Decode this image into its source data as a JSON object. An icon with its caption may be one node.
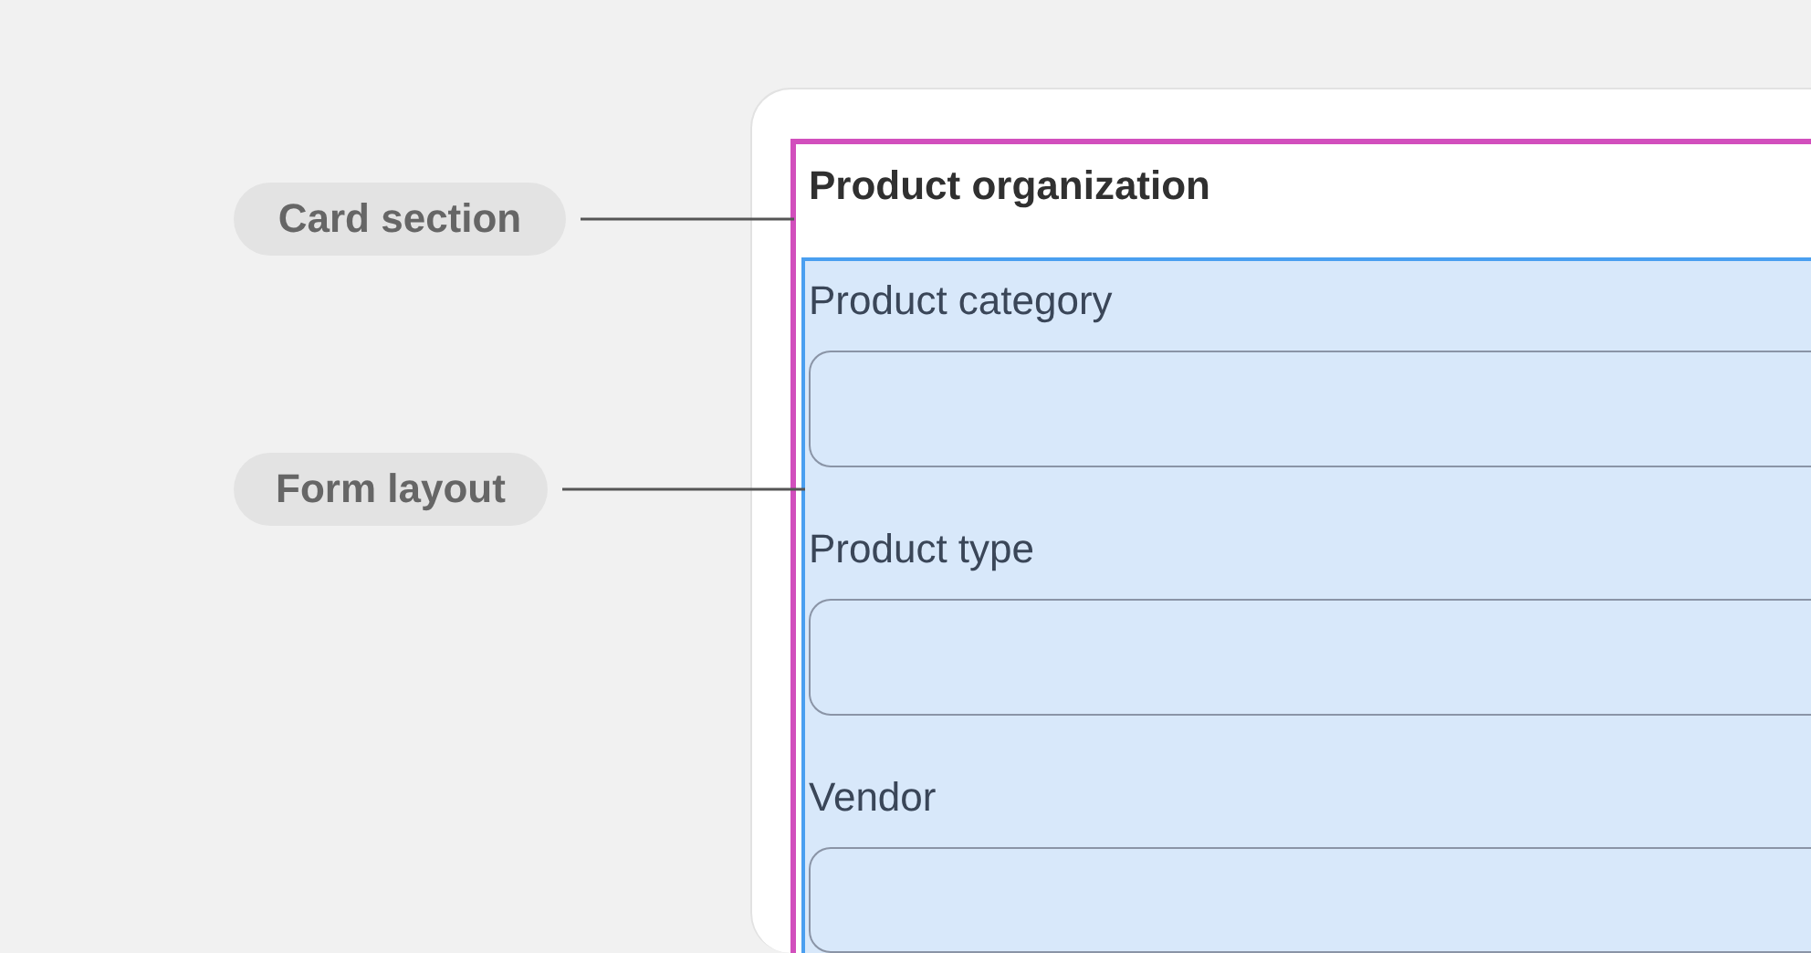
{
  "diagram": {
    "nodes": [
      {
        "text": [
          "Card section"
        ]
      },
      {
        "text": [
          "Form layout"
        ]
      },
      {
        "text": [
          "Product organization"
        ]
      },
      {
        "text": [],
        "shape": "box",
        "in": 2
      },
      {
        "text": [
          "Product category"
        ],
        "in": 3
      },
      {
        "text": [
          "Product type"
        ],
        "in": 3
      },
      {
        "text": [
          "Vendor"
        ],
        "in": 3
      }
    ],
    "edges": [
      {
        "from": 0,
        "to": 2,
        "arrow": "none"
      },
      {
        "from": 1,
        "to": 3,
        "arrow": "none"
      }
    ]
  }
}
